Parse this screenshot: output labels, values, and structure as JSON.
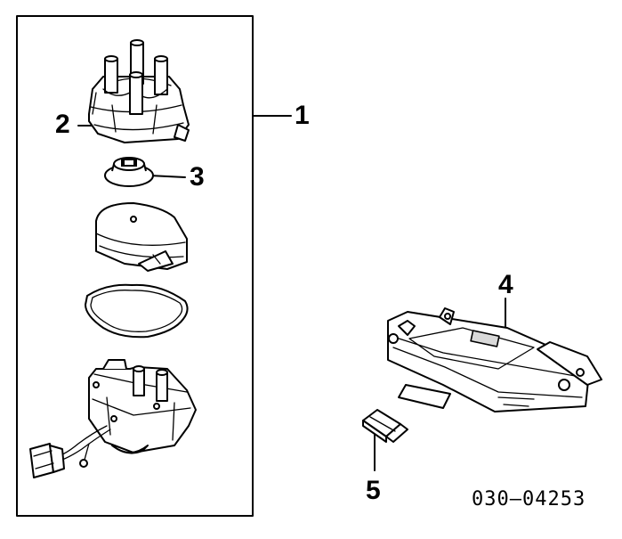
{
  "diagram": {
    "callouts": {
      "part_1": "1",
      "part_2": "2",
      "part_3": "3",
      "part_4": "4",
      "part_5": "5"
    },
    "diagram_code": "030–04253"
  }
}
